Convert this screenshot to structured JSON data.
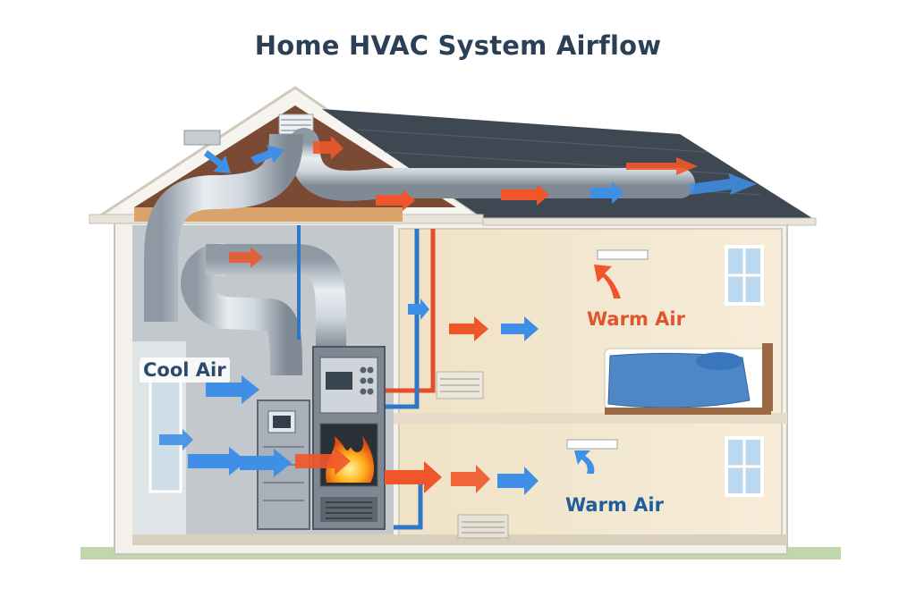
{
  "diagram": {
    "title": "Home HVAC System Airflow",
    "labels": {
      "cool_air": "Cool Air",
      "warm_air_upper": "Warm Air",
      "warm_air_lower": "Warm Air"
    }
  },
  "colors": {
    "warm_arrow": "#f0562a",
    "cool_arrow": "#3f8fe6",
    "duct": "#b9c2cb",
    "roof": "#3e4852",
    "wall": "#f3e7d2",
    "attic": "#7a4a35",
    "flame": "#ff8c1a"
  }
}
